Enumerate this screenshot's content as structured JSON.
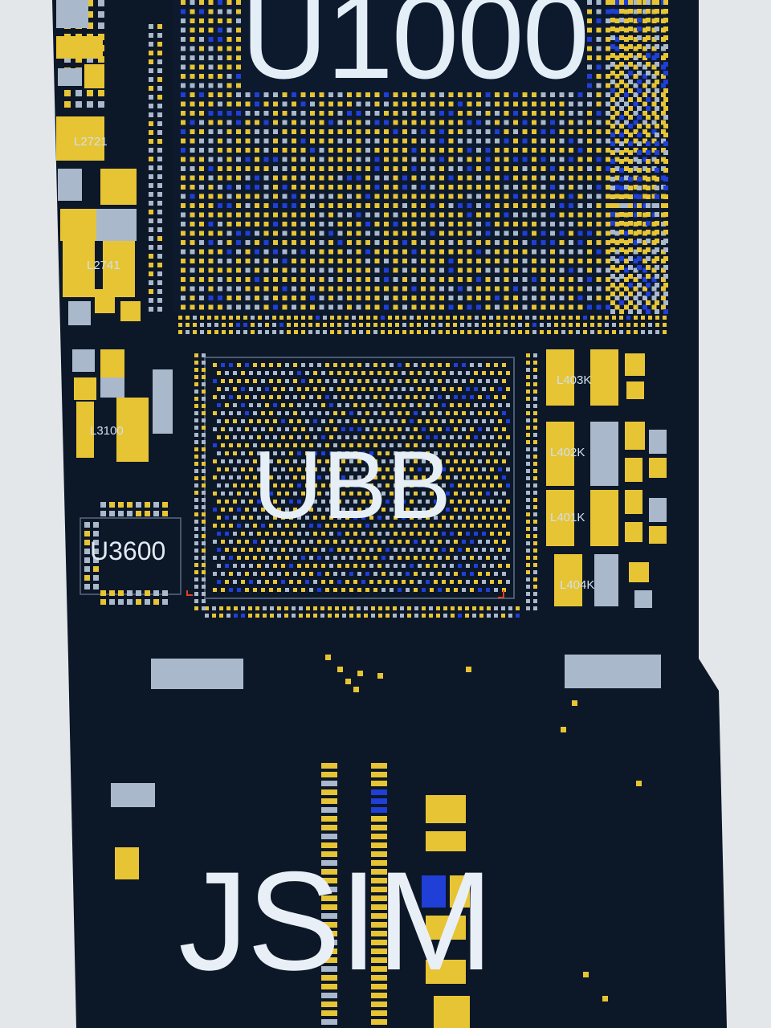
{
  "board": {
    "title": "Board view",
    "components": {
      "u1000": "U1000",
      "ubb": "UBB",
      "u3600": "U3600",
      "jsim": "JSIM",
      "l2721": "L2721",
      "l2741": "L2741",
      "l3100": "L3100",
      "l4030": "L403K",
      "l4020": "L402K",
      "l4010": "L401K",
      "l4040": "L404K"
    }
  },
  "colors": {
    "background": "#0c1728",
    "pad_yellow": "#e7c434",
    "pad_blue": "#1f3fd6",
    "pad_lightblue": "#aab8cc",
    "pad_white": "#d9dde6",
    "marker_red": "#e04020",
    "screen_bezel": "#e6e9ec"
  }
}
